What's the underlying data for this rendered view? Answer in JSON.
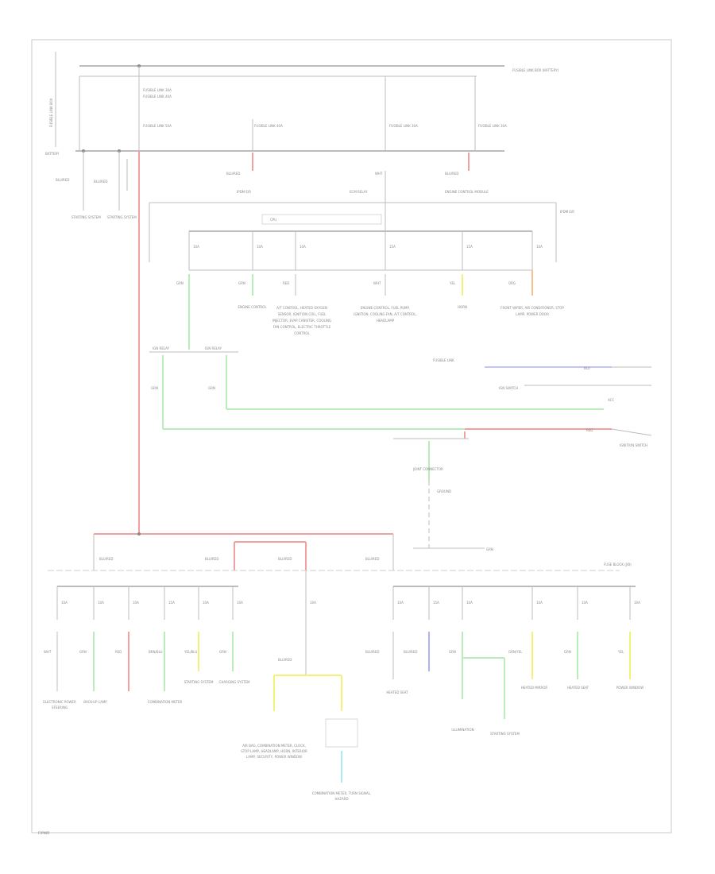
{
  "diagram": {
    "frame_label": "F/PWR",
    "top_section": {
      "battery_label": "BATTERY",
      "battery_side_text": "FUSIBLE LINK BOX",
      "fuse_block_title": "FUSIBLE LINK BOX (BATTERY)",
      "fuses_top": [
        "FUSIBLE LINK 30A",
        "FUSIBLE LINK 40A"
      ],
      "fuses_row": [
        "FUSIBLE LINK 50A",
        "FUSIBLE LINK 40A",
        "FUSIBLE LINK 30A",
        "FUSIBLE LINK 30A"
      ],
      "wire_labels_row": [
        "BLU/RED",
        "BLU/RED",
        "BLU/RED",
        "WHT",
        "BLU/RED"
      ],
      "ground_labels": [
        "STARTING SYSTEM",
        "STARTING SYSTEM"
      ],
      "relay_labels": [
        "IPDM E/R",
        "ECM RELAY",
        "ENGINE CONTROL MODULE"
      ]
    },
    "ipdm": {
      "title": "IPDM E/R",
      "control": "CPU",
      "fuses": [
        "10A",
        "10A",
        "10A",
        "15A",
        "15A",
        "10A"
      ],
      "wire_labels": [
        "GRN",
        "GRN",
        "RED",
        "WHT",
        "YEL",
        "ORG"
      ],
      "destinations": [
        "ENGINE CONTROL",
        "A/T CONTROL, HEATED OXYGEN SENSOR, IGNITION COIL, FUEL INJECTOR, EVAP CANISTER, COOLING FAN CONTROL, ELECTRIC THROTTLE CONTROL",
        "ENGINE CONTROL, FUEL PUMP, IGNITION, COOLING FAN, A/T CONTROL, HEADLAMP",
        "HORN",
        "FRONT WIPER, AIR CONDITIONER, STOP LAMP, POWER DOOR"
      ]
    },
    "middle": {
      "relay_a": "IGN RELAY",
      "relay_b": "IGN RELAY",
      "wires": [
        "GRN",
        "GRN",
        "BLU",
        "RED",
        "GRN"
      ],
      "right_labels": [
        "FUSIBLE LINK",
        "IGN SWITCH",
        "ACC"
      ],
      "joint": "JOINT CONNECTOR",
      "ground_label": "GROUND",
      "ignition_label": "IGNITION SWITCH"
    },
    "bottom_section": {
      "fuse_block_title": "FUSE BLOCK (J/B)",
      "bus_labels": [
        "BLU/RED",
        "BLU/RED",
        "BLU/RED",
        "BLU/RED"
      ],
      "fuses": [
        "10A",
        "10A",
        "10A",
        "15A",
        "10A",
        "10A",
        "10A",
        "10A",
        "15A",
        "10A",
        "10A",
        "10A",
        "10A"
      ],
      "wire_labels": [
        "WHT",
        "GRN",
        "RED",
        "BRN/BLU",
        "YEL/BLU",
        "GRN",
        "BLU/RED",
        "BLU/RED",
        "BLU/RED",
        "GRN",
        "GRN/YEL",
        "GRN",
        "YEL"
      ],
      "destinations": [
        "ELECTRONIC POWER STEERING",
        "BACK-UP LAMP",
        "COMBINATION METER",
        "STARTING SYSTEM",
        "CHARGING SYSTEM",
        "HEATED SEAT",
        "AIR BAG, COMBINATION METER, CLOCK, STOP LAMP, HEADLAMP, HORN, INTERIOR LAMP, SECURITY, POWER WINDOW",
        "COMBINATION METER, TURN SIGNAL, HAZARD",
        "ILLUMINATION",
        "STARTING SYSTEM",
        "HEATED MIRROR",
        "HEATED SEAT",
        "POWER WINDOW"
      ]
    }
  }
}
